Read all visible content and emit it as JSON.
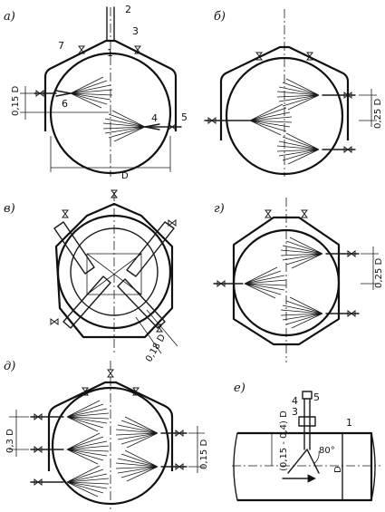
{
  "panels": {
    "a": {
      "label": "а)",
      "callouts": [
        "1",
        "2",
        "3",
        "4",
        "5",
        "6",
        "7"
      ],
      "dim_height": "0,15 D",
      "dim_width": "D"
    },
    "b": {
      "label": "б)",
      "dim_height": "0,25 D"
    },
    "v": {
      "label": "в)",
      "dim": "0,18 D"
    },
    "g": {
      "label": "г)",
      "dim_height": "0,25 D"
    },
    "d": {
      "label": "д)",
      "dim_left": "0,3 D",
      "dim_right": "0,15 D"
    },
    "e": {
      "label": "е)",
      "dim_range": "(0,15 - 0,4) D",
      "dim_diameter": "D",
      "angle": "80°",
      "callouts": [
        "1",
        "3",
        "4",
        "5"
      ]
    }
  }
}
